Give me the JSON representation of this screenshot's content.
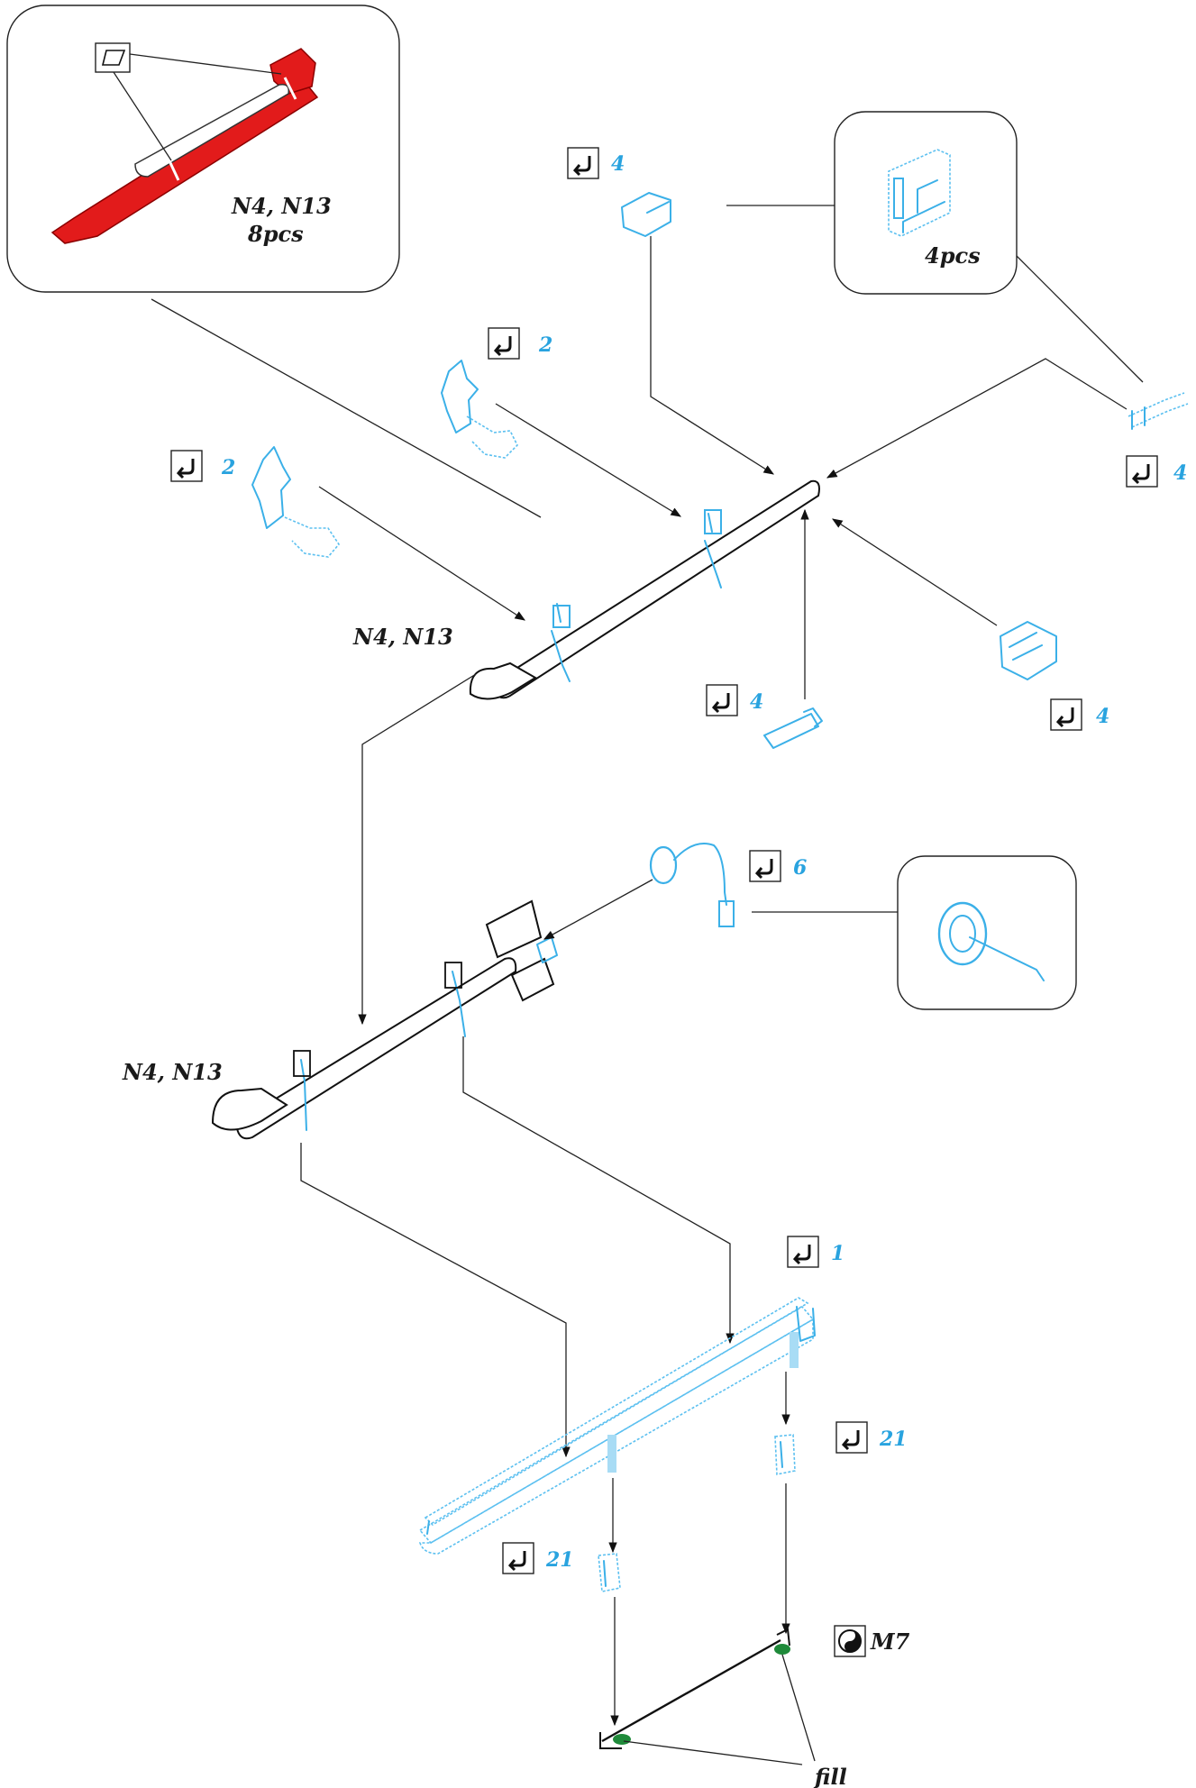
{
  "callouts": {
    "detail_qty_top": "N4, N13",
    "detail_qty_bottom": "8pcs",
    "inset_pcs": "4pcs",
    "assembly_label_1": "N4, N13",
    "assembly_label_2": "N4, N13",
    "paint_code": "M7",
    "fill_note": "fill"
  },
  "part_numbers": {
    "p4_top": "4",
    "p2_upper": "2",
    "p2_left": "2",
    "p4_right": "4",
    "p4_bottom_center": "4",
    "p4_bottom_right": "4",
    "p6": "6",
    "p1": "1",
    "p21_right": "21",
    "p21_left": "21"
  },
  "colors": {
    "part_blue": "#3bb0e8",
    "highlight_red": "#e21b1b",
    "label_blue": "#29a3df",
    "ink": "#1a1a1a",
    "paint_green": "#1f8a3a"
  },
  "icons": {
    "part_marker": "hook-arrow-icon",
    "paint_marker": "yin-yang-paint-icon",
    "cement_marker": "glue-plane-icon"
  }
}
